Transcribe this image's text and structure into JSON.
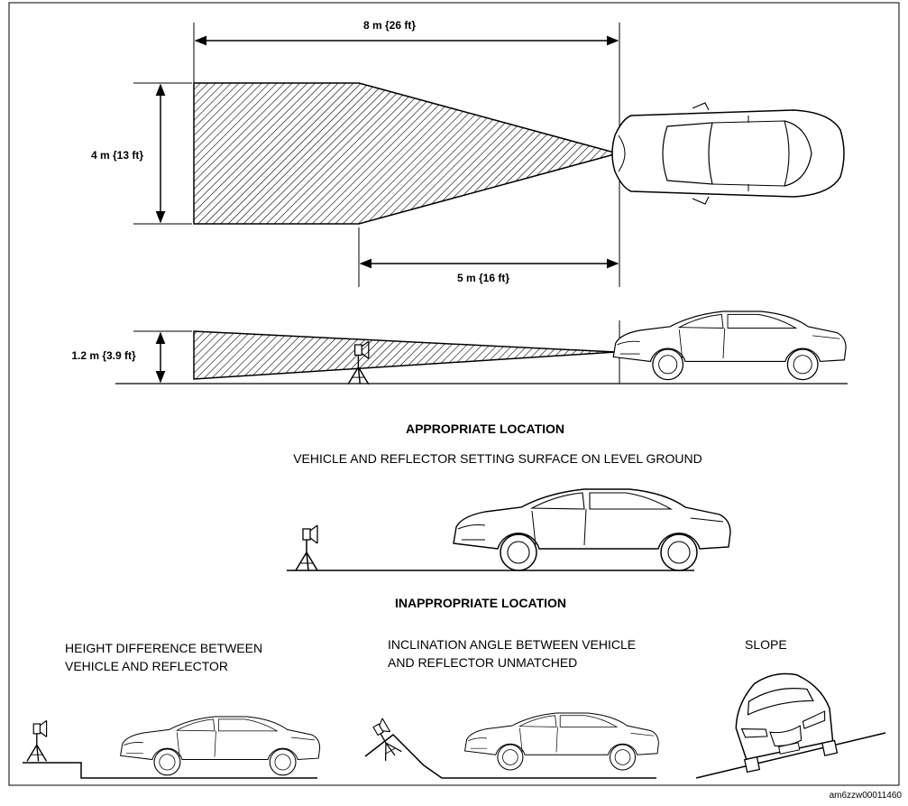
{
  "diagram": {
    "top_view": {
      "length_label": "8 m {26 ft}",
      "width_label": "4 m {13 ft}",
      "taper_label": "5 m {16 ft}"
    },
    "side_view": {
      "height_label": "1.2 m {3.9 ft}"
    },
    "appropriate": {
      "heading": "APPROPRIATE LOCATION",
      "caption": "VEHICLE AND REFLECTOR SETTING SURFACE ON LEVEL GROUND"
    },
    "inappropriate": {
      "heading": "INAPPROPRIATE LOCATION",
      "height_diff_line1": "HEIGHT DIFFERENCE BETWEEN",
      "height_diff_line2": "VEHICLE AND REFLECTOR",
      "inclination_line1": "INCLINATION ANGLE BETWEEN VEHICLE",
      "inclination_line2": "AND REFLECTOR UNMATCHED",
      "slope": "SLOPE"
    },
    "figure_code": "am6zzw00011460"
  }
}
